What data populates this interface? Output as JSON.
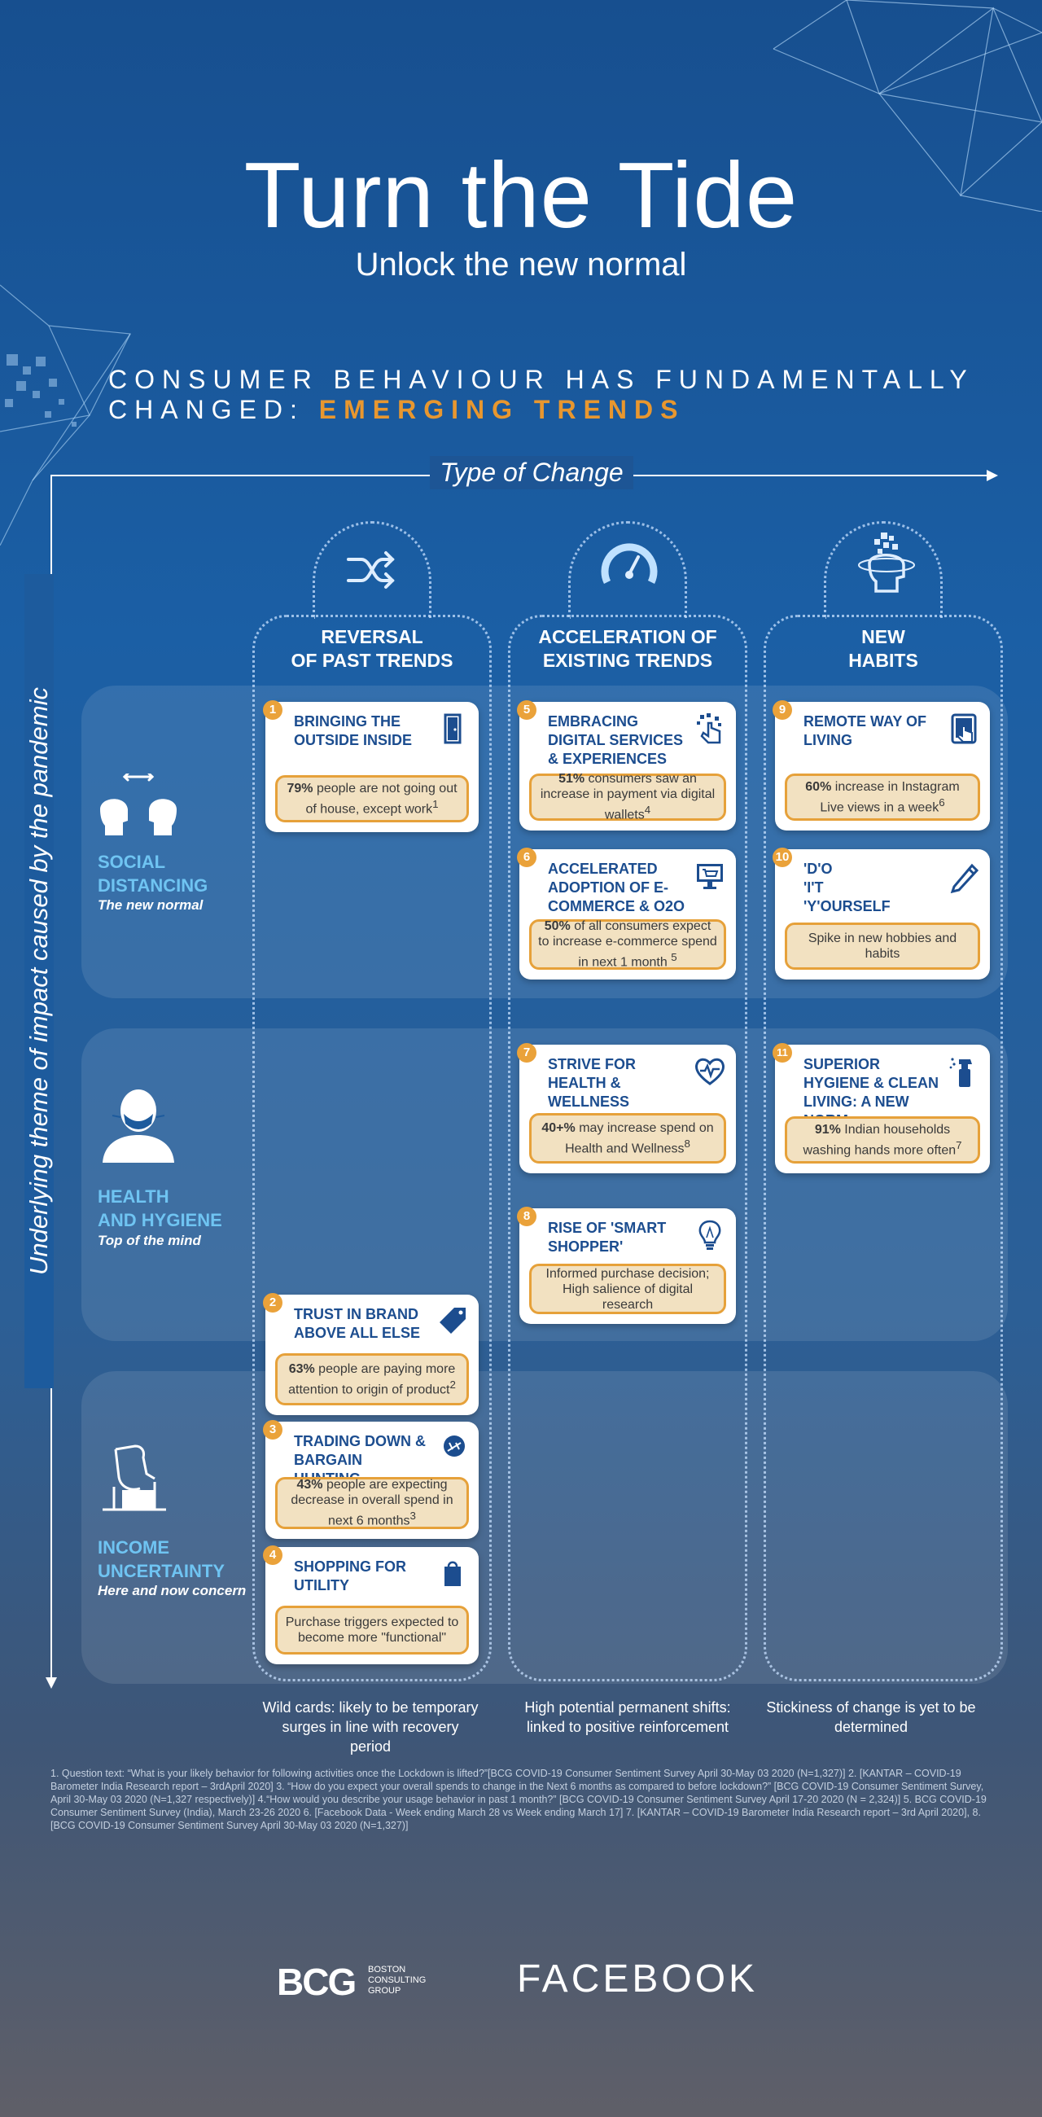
{
  "header": {
    "title": "Turn the Tide",
    "subtitle": "Unlock the new normal",
    "headline_line1": "CONSUMER BEHAVIOUR HAS FUNDAMENTALLY",
    "headline_line2_prefix": "CHANGED: ",
    "headline_accent": "EMERGING TRENDS"
  },
  "axes": {
    "horizontal": "Type of Change",
    "vertical": "Underlying theme of impact caused by the pandemic"
  },
  "columns": [
    {
      "line1": "REVERSAL",
      "line2": "OF PAST TRENDS",
      "icon": "shuffle-icon",
      "note": "Wild cards: likely to be temporary surges in line with recovery period"
    },
    {
      "line1": "ACCELERATION OF",
      "line2": "EXISTING TRENDS",
      "icon": "speedometer-icon",
      "note": "High potential permanent shifts: linked to positive reinforcement"
    },
    {
      "line1": "NEW",
      "line2": "HABITS",
      "icon": "head-brain-icon",
      "note": "Stickiness of change is yet to be determined"
    }
  ],
  "themes": [
    {
      "name1": "SOCIAL",
      "name2": "DISTANCING",
      "sub": "The new normal",
      "icon": "two-heads-distance-icon"
    },
    {
      "name1": "HEALTH",
      "name2": "AND HYGIENE",
      "sub": "Top of the mind",
      "icon": "face-mask-person-icon"
    },
    {
      "name1": "INCOME",
      "name2": "UNCERTAINTY",
      "sub": "Here and now concern",
      "icon": "hand-wallet-icon"
    }
  ],
  "cards": [
    {
      "num": "1",
      "title_lines": [
        "BRINGING THE",
        "OUTSIDE INSIDE"
      ],
      "stat_bold": "79%",
      "stat_rest": " people are not going out of house, except work",
      "sup": "1",
      "icon": "door-icon"
    },
    {
      "num": "2",
      "title_lines": [
        "TRUST IN BRAND",
        "ABOVE ALL ELSE"
      ],
      "stat_bold": "63%",
      "stat_rest": " people are paying more attention to origin of product",
      "sup": "2",
      "icon": "price-tag-icon"
    },
    {
      "num": "3",
      "title_lines": [
        "TRADING DOWN &",
        "BARGAIN HUNTING"
      ],
      "stat_bold": "43%",
      "stat_rest": " people are expecting decrease in overall spend in next 6 months",
      "sup": "3",
      "icon": "coin-icon"
    },
    {
      "num": "4",
      "title_lines": [
        "SHOPPING FOR",
        "UTILITY"
      ],
      "stat_bold": "",
      "stat_rest": "Purchase triggers expected to become more \"functional\"",
      "sup": "",
      "icon": "shopping-bag-icon"
    },
    {
      "num": "5",
      "title_lines": [
        "EMBRACING",
        "DIGITAL SERVICES",
        "& EXPERIENCES"
      ],
      "stat_bold": "51%",
      "stat_rest": " consumers saw an increase in payment via digital wallets",
      "sup": "4",
      "icon": "hand-tap-icon"
    },
    {
      "num": "6",
      "title_lines": [
        "ACCELERATED",
        "ADOPTION OF E-",
        "COMMERCE & O2O"
      ],
      "stat_bold": "50%",
      "stat_rest": " of all consumers expect to increase e-commerce spend in next 1 month ",
      "sup": "5",
      "icon": "monitor-cart-icon"
    },
    {
      "num": "7",
      "title_lines": [
        "STRIVE FOR",
        "HEALTH & WELLNESS"
      ],
      "stat_bold": "40+%",
      "stat_rest": " may increase spend on Health and Wellness",
      "sup": "8",
      "icon": "heart-pulse-icon"
    },
    {
      "num": "8",
      "title_lines": [
        "RISE OF 'SMART",
        "SHOPPER'"
      ],
      "stat_bold": "",
      "stat_rest": "Informed purchase decision; High salience of digital research",
      "sup": "",
      "icon": "lightbulb-icon"
    },
    {
      "num": "9",
      "title_lines": [
        "REMOTE WAY OF",
        "LIVING"
      ],
      "stat_bold": "60%",
      "stat_rest": " increase in Instagram Live views in a week",
      "sup": "6",
      "icon": "tablet-touch-icon"
    },
    {
      "num": "10",
      "title_lines": [
        "'D'O",
        "'I'T",
        "'Y'OURSELF"
      ],
      "stat_bold": "",
      "stat_rest": "Spike in new hobbies and habits",
      "sup": "",
      "icon": "pen-icon"
    },
    {
      "num": "11",
      "title_lines": [
        "SUPERIOR",
        "HYGIENE & CLEAN",
        "LIVING: A NEW NORM"
      ],
      "stat_bold": "91%",
      "stat_rest": " Indian households washing hands more often",
      "sup": "7",
      "icon": "spray-bottle-icon"
    }
  ],
  "footnotes": "1. Question text: “What is your likely behavior for following activities once the Lockdown is lifted?”[BCG COVID-19 Consumer Sentiment Survey April 30-May 03 2020 (N=1,327)] 2. [KANTAR – COVID-19 Barometer India Research report – 3rdApril 2020] 3. “How do you expect your overall spends to change in the Next 6 months as compared to before lockdown?” [BCG COVID-19 Consumer Sentiment Survey, April 30-May 03 2020 (N=1,327 respectively)] 4.“How would you describe your usage behavior in past 1 month?” [BCG COVID-19 Consumer Sentiment Survey April 17-20 2020 (N = 2,324)] 5. BCG COVID-19 Consumer Sentiment Survey (India), March 23-26 2020 6. [Facebook Data - Week ending March 28 vs Week ending March 17]  7. [KANTAR – COVID-19 Barometer India Research report – 3rd April 2020], 8. [BCG COVID-19 Consumer Sentiment Survey April 30-May 03 2020 (N=1,327)]",
  "logos": {
    "bcg": "BCG",
    "bcg_sub1": "BOSTON",
    "bcg_sub2": "CONSULTING",
    "bcg_sub3": "GROUP",
    "facebook": "FACEBOOK"
  },
  "colors": {
    "accent": "#e8972f",
    "card_title": "#1c4d8f",
    "theme_label": "#6fc4f2",
    "stat_fill": "#f2e1c1"
  }
}
